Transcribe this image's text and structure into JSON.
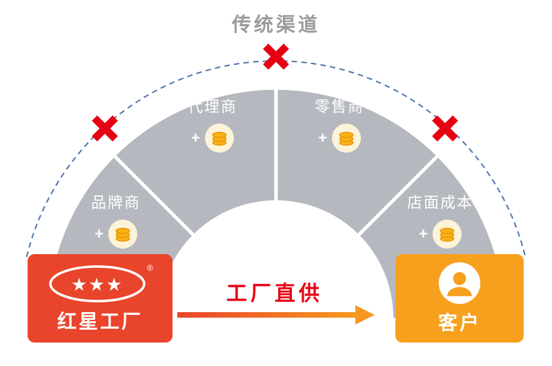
{
  "title": "传统渠道",
  "segments": [
    {
      "label": "品牌商",
      "cost_prefix": "+"
    },
    {
      "label": "代理商",
      "cost_prefix": "+"
    },
    {
      "label": "零售商",
      "cost_prefix": "+"
    },
    {
      "label": "店面成本",
      "cost_prefix": "+"
    }
  ],
  "factory": {
    "label": "红星工厂",
    "logo_stars": "★★★",
    "registered_mark": "®"
  },
  "customer": {
    "label": "客户"
  },
  "arrow": {
    "label": "工厂直供"
  },
  "icons": {
    "coin": "coin-stack-icon",
    "blocked": "x-cross-icon",
    "customer": "person-icon",
    "factory_logo": "three-stars-oval-logo"
  },
  "colors": {
    "title_gray": "#9b9b9b",
    "arch_gray": "#b5b8bf",
    "dashed_blue": "#4f74ad",
    "cross_red": "#e60012",
    "factory_red": "#e8452c",
    "customer_orange": "#f7a01d",
    "coin_gold": "#fbb017",
    "arrow_label_red": "#e60012"
  }
}
